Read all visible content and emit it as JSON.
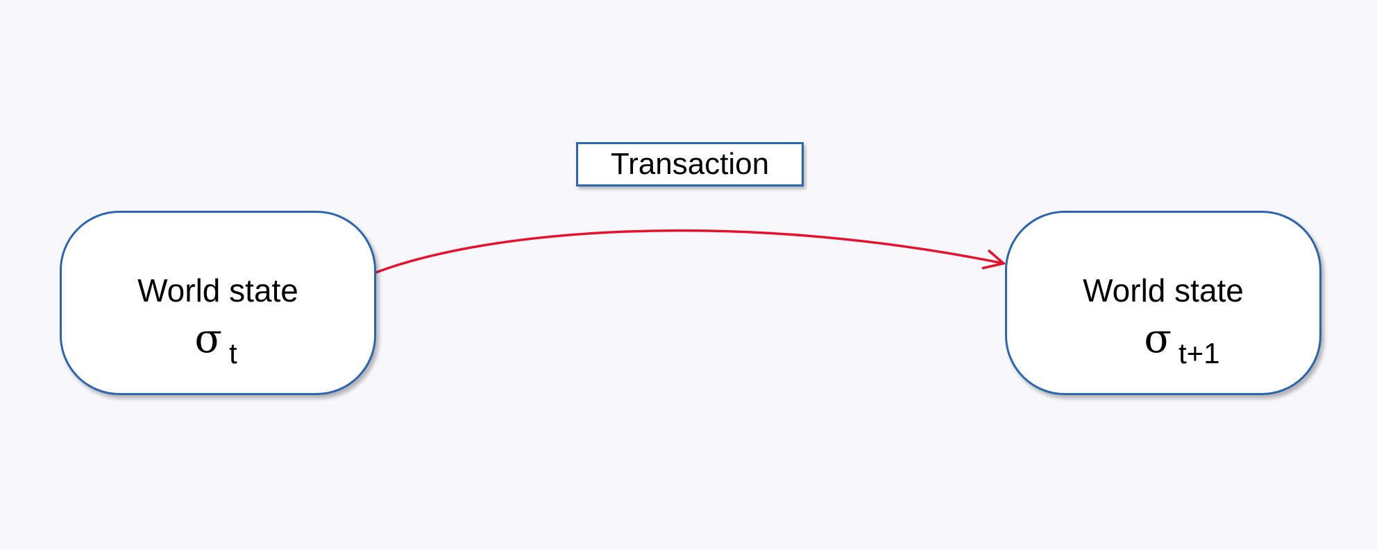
{
  "diagram": {
    "transition_label": "Transaction",
    "source_state": {
      "title": "World state",
      "symbol": "σ",
      "subscript": "t"
    },
    "target_state": {
      "title": "World state",
      "symbol": "σ",
      "subscript": "t+1"
    },
    "colors": {
      "box_border": "#2a66b0",
      "arrow": "#e8112d",
      "background": "#f8f8fc"
    }
  }
}
